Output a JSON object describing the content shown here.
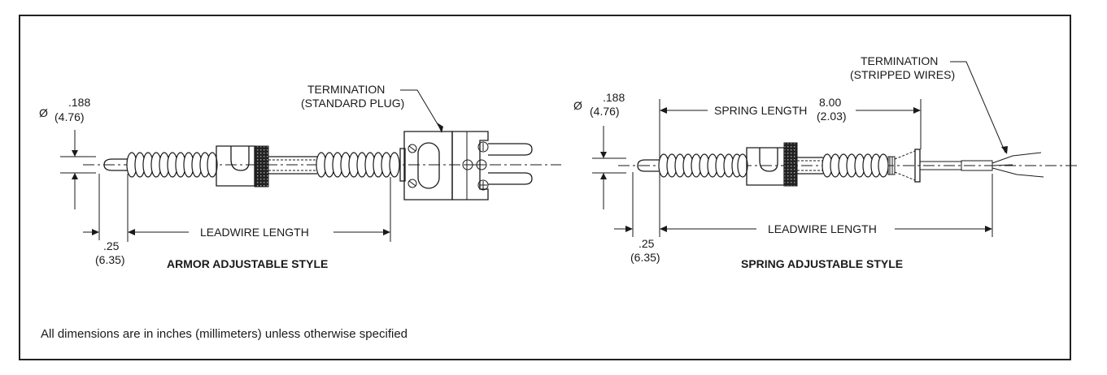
{
  "armor": {
    "dia_symbol": "Ø",
    "dia_in": ".188",
    "dia_mm": "(4.76)",
    "termination_title": "TERMINATION",
    "termination_sub": "(STANDARD PLUG)",
    "leadwire_label": "LEADWIRE LENGTH",
    "offset_in": ".25",
    "offset_mm": "(6.35)",
    "style_title": "ARMOR ADJUSTABLE STYLE"
  },
  "spring": {
    "dia_symbol": "Ø",
    "dia_in": ".188",
    "dia_mm": "(4.76)",
    "termination_title": "TERMINATION",
    "termination_sub": "(STRIPPED WIRES)",
    "spring_length_label": "SPRING LENGTH",
    "spring_in": "8.00",
    "spring_mm": "(2.03)",
    "leadwire_label": "LEADWIRE LENGTH",
    "offset_in": ".25",
    "offset_mm": "(6.35)",
    "style_title": "SPRING ADJUSTABLE STYLE"
  },
  "footnote": "All dimensions are in inches (millimeters) unless otherwise specified"
}
